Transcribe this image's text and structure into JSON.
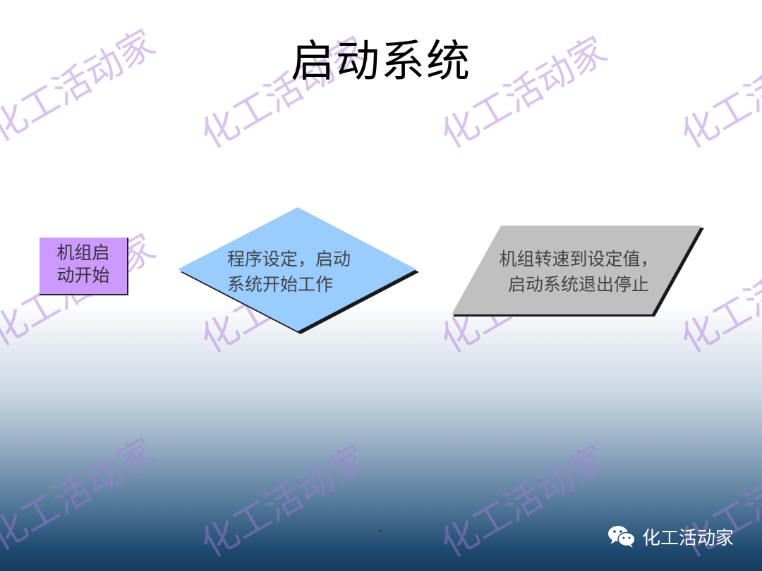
{
  "title": "启动系统",
  "nodes": {
    "start": {
      "line1": "机组启",
      "line2": "动开始",
      "color": "#cc99ff"
    },
    "process": {
      "line1": "程序设定，启动",
      "line2": "系统开始工作",
      "color": "#99ccff"
    },
    "end": {
      "line1": "机组转速到设定值，",
      "line2": "启动系统退出停止",
      "color": "#c0c0c0"
    }
  },
  "footer": {
    "page_number": "-",
    "brand": "化工活动家",
    "brand_icon": "wechat-icon"
  },
  "watermark": "化工活动家"
}
